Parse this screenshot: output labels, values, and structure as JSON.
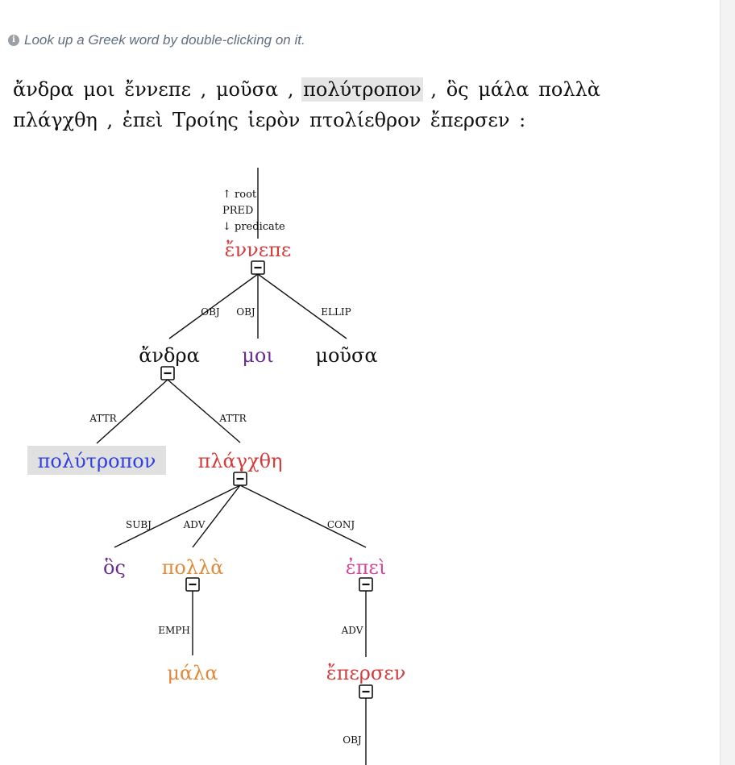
{
  "hint": {
    "icon": "info-icon",
    "text": "Look up a Greek word by double-clicking on it."
  },
  "sentence": {
    "lines": [
      [
        {
          "t": "ἄνδρα",
          "hl": false
        },
        {
          "t": "μοι",
          "hl": false
        },
        {
          "t": "ἔννεπε",
          "hl": false
        },
        {
          "t": ",",
          "hl": false
        },
        {
          "t": "μοῦσα",
          "hl": false
        },
        {
          "t": ",",
          "hl": false
        },
        {
          "t": "πολύτροπον",
          "hl": true
        },
        {
          "t": ",",
          "hl": false
        },
        {
          "t": "ὃς",
          "hl": false
        },
        {
          "t": "μάλα",
          "hl": false
        },
        {
          "t": "πολλὰ",
          "hl": false
        }
      ],
      [
        {
          "t": "πλάγχθη",
          "hl": false
        },
        {
          "t": ",",
          "hl": false
        },
        {
          "t": "ἐπεὶ",
          "hl": false
        },
        {
          "t": "Τροίης",
          "hl": false
        },
        {
          "t": "ἱερὸν",
          "hl": false
        },
        {
          "t": "πτολίεθρον",
          "hl": false
        },
        {
          "t": "ἔπερσεν",
          "hl": false
        },
        {
          "t": ":",
          "hl": false
        }
      ]
    ]
  },
  "tree": {
    "root_labels": [
      "↑ root",
      "PRED",
      "↓ predicate"
    ],
    "colors": {
      "verb": "#d43c3c",
      "noun": "#111111",
      "pronoun": "#6a2c91",
      "adjective": "#2f3fe0",
      "adverb": "#e08a3a",
      "conjunction": "#d0479a",
      "highlight_bg": "#e0e0e0"
    },
    "nodes": [
      {
        "id": "enn",
        "word": "ἔννεπε",
        "color": "verb",
        "collapse": true
      },
      {
        "id": "andra",
        "word": "ἄνδρα",
        "color": "noun",
        "collapse": true
      },
      {
        "id": "moi",
        "word": "μοι",
        "color": "pronoun",
        "collapse": false
      },
      {
        "id": "mousa",
        "word": "μοῦσα",
        "color": "noun",
        "collapse": false
      },
      {
        "id": "polut",
        "word": "πολύτροπον",
        "color": "adjective",
        "collapse": false,
        "highlight": true
      },
      {
        "id": "plang",
        "word": "πλάγχθη",
        "color": "verb",
        "collapse": true
      },
      {
        "id": "hos",
        "word": "ὃς",
        "color": "pronoun",
        "collapse": false
      },
      {
        "id": "polla",
        "word": "πολλὰ",
        "color": "adverb",
        "collapse": true
      },
      {
        "id": "epei",
        "word": "ἐπεὶ",
        "color": "conjunction",
        "collapse": true
      },
      {
        "id": "mala",
        "word": "μάλα",
        "color": "adverb",
        "collapse": false
      },
      {
        "id": "epersen",
        "word": "ἔπερσεν",
        "color": "verb",
        "collapse": true
      }
    ],
    "edges": [
      {
        "from": "enn",
        "to": "andra",
        "label": "OBJ"
      },
      {
        "from": "enn",
        "to": "moi",
        "label": "OBJ"
      },
      {
        "from": "enn",
        "to": "mousa",
        "label": "ELLIP"
      },
      {
        "from": "andra",
        "to": "polut",
        "label": "ATTR"
      },
      {
        "from": "andra",
        "to": "plang",
        "label": "ATTR"
      },
      {
        "from": "plang",
        "to": "hos",
        "label": "SUBJ"
      },
      {
        "from": "plang",
        "to": "polla",
        "label": "ADV"
      },
      {
        "from": "plang",
        "to": "epei",
        "label": "CONJ"
      },
      {
        "from": "polla",
        "to": "mala",
        "label": "EMPH"
      },
      {
        "from": "epei",
        "to": "epersen",
        "label": "ADV"
      }
    ],
    "dangling": {
      "from": "epersen",
      "label": "OBJ"
    }
  }
}
